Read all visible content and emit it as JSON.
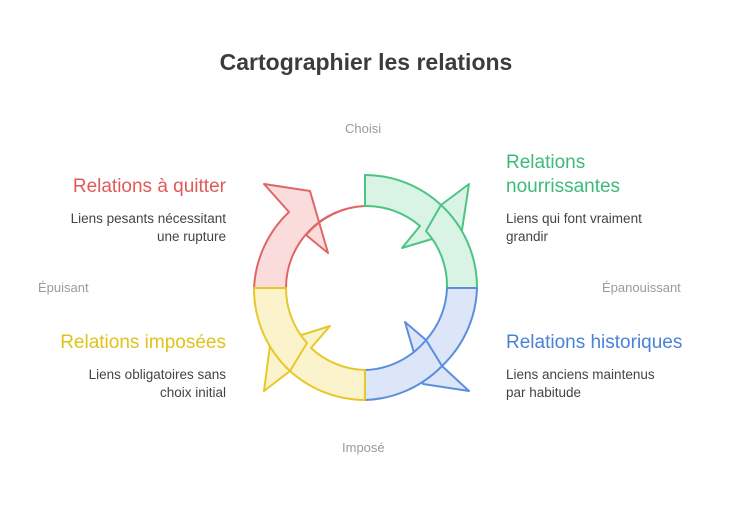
{
  "title": "Cartographier les relations",
  "axes": {
    "top": "Choisi",
    "bottom": "Imposé",
    "left": "Épuisant",
    "right": "Épanouissant"
  },
  "quadrants": {
    "top_left": {
      "title": "Relations à quitter",
      "desc_line1": "Liens pesants nécessitant",
      "desc_line2": "une rupture",
      "color": "#e05a5a",
      "fill": "#fbdcdc",
      "stroke": "#e06666"
    },
    "top_right": {
      "title_line1": "Relations",
      "title_line2": "nourrissantes",
      "desc_line1": "Liens qui font vraiment",
      "desc_line2": "grandir",
      "color": "#3dba78",
      "fill": "#d9f3e5",
      "stroke": "#4cc584"
    },
    "bottom_left": {
      "title": "Relations imposées",
      "desc_line1": "Liens obligatoires sans",
      "desc_line2": "choix initial",
      "color": "#e0c21a",
      "fill": "#faf3cc",
      "stroke": "#e6c929"
    },
    "bottom_right": {
      "title": "Relations historiques",
      "desc_line1": "Liens anciens maintenus",
      "desc_line2": "par habitude",
      "color": "#4a82d8",
      "fill": "#dce6f8",
      "stroke": "#5b8fde"
    }
  }
}
